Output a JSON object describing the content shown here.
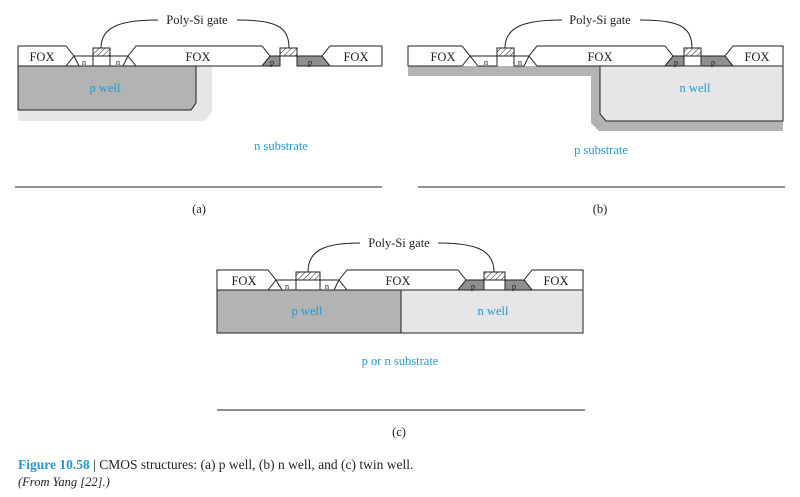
{
  "labels": {
    "gate": "Poly-Si gate",
    "fox": "FOX",
    "n": "n",
    "p": "p"
  },
  "panels": [
    {
      "id": "a",
      "well_label": "p well",
      "substrate": "n substrate",
      "caption": "(a)"
    },
    {
      "id": "b",
      "well_label": "n well",
      "substrate": "p substrate",
      "caption": "(b)"
    },
    {
      "id": "c",
      "well_label_left": "p well",
      "well_label_right": "n well",
      "substrate": "p or n substrate",
      "caption": "(c)"
    }
  ],
  "figure_caption": {
    "number": "Figure 10.58",
    "separator": " | ",
    "text": "CMOS structures: (a) p well, (b) n well, and (c) twin well.",
    "source": "(From Yang [22].)"
  },
  "colors": {
    "dark_gray": "#b3b3b3",
    "light_gray": "#e6e6e6",
    "outline": "#222222",
    "blue_text": "#1f9ad6"
  }
}
